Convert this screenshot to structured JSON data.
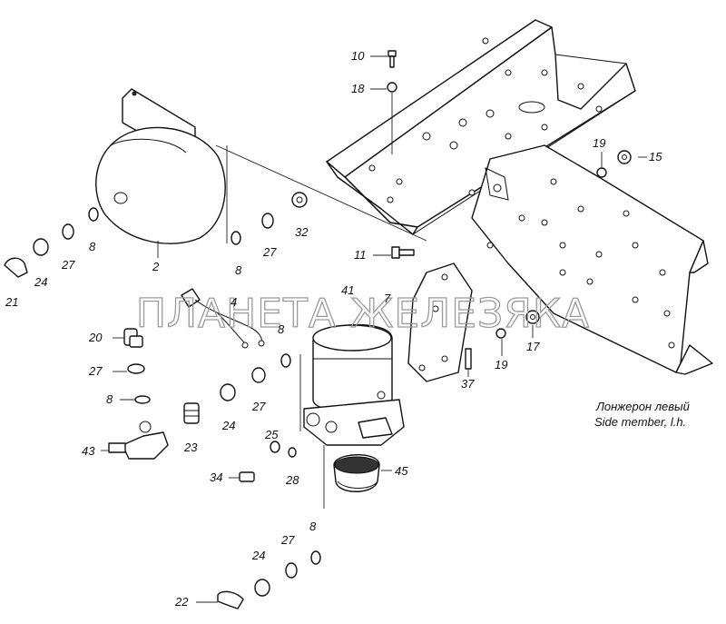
{
  "watermark": "ПЛАНЕТА ЖЕЛЕЗЯКА",
  "side_member_note": {
    "line1": "Лонжерон левый",
    "line2": "Side member, l.h."
  },
  "labels": {
    "p2": "2",
    "p4": "4",
    "p7": "7",
    "p8a": "8",
    "p8b": "8",
    "p8c": "8",
    "p8d": "8",
    "p8e": "8",
    "p10": "10",
    "p11": "11",
    "p15": "15",
    "p17": "17",
    "p18": "18",
    "p19a": "19",
    "p19b": "19",
    "p20": "20",
    "p21": "21",
    "p22": "22",
    "p23": "23",
    "p24a": "24",
    "p24b": "24",
    "p24c": "24",
    "p25": "25",
    "p27a": "27",
    "p27b": "27",
    "p27c": "27",
    "p27d": "27",
    "p27e": "27",
    "p28": "28",
    "p32": "32",
    "p34": "34",
    "p37": "37",
    "p41": "41",
    "p43": "43",
    "p45": "45"
  }
}
